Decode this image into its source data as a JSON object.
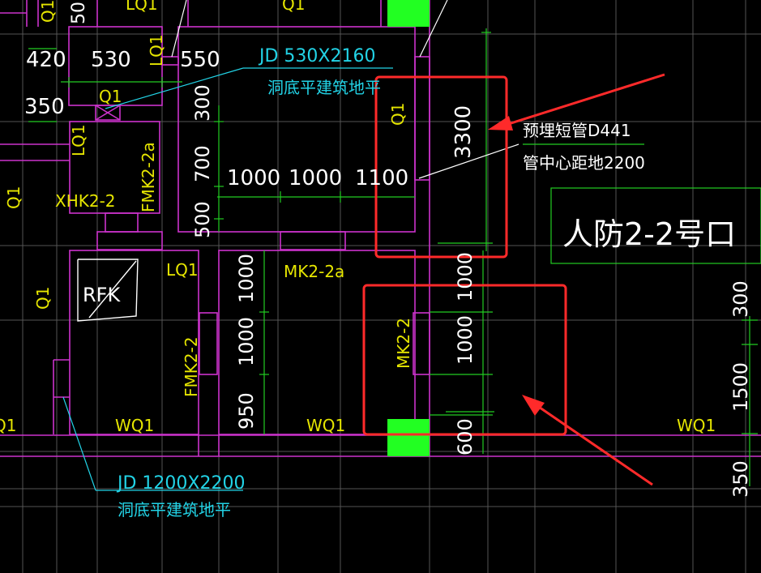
{
  "colors": {
    "background": "#000000",
    "wall": "#cc33cc",
    "dimension": "#22cc22",
    "text_yellow": "#e6e600",
    "text_white": "#ffffff",
    "text_cyan": "#22d3e6",
    "leader": "#22d3e6",
    "grid": "#555555",
    "highlight": "#ff2a2a",
    "green_block": "#22ff22"
  },
  "labels": {
    "q1_a": "Q1",
    "q1_b": "Q1",
    "q1_c": "Q1",
    "q1_d": "Q1",
    "q1_e": "Q1",
    "q1_f": "Q1",
    "q1_g": "Q1",
    "lq1_a": "LQ1",
    "lq1_b": "LQ1",
    "lq1_c": "LQ1",
    "lq1_d": "LQ1",
    "xhk": "XHK2-2",
    "fmk_a": "FMK2-2a",
    "fmk_b": "FMK2-2",
    "mk_a": "MK2-2a",
    "mk_b": "MK2-2",
    "rfk": "RFK",
    "wq1_a": "WQ1",
    "wq1_b": "WQ1",
    "wq1_c": "WQ1",
    "room_name": "人防2-2号口"
  },
  "dimensions": {
    "d420": "420",
    "d350a": "350",
    "d530": "530",
    "d550": "550",
    "d50": "50",
    "d300a": "300",
    "d700": "700",
    "d500": "500",
    "d1000a": "1000",
    "d1000b": "1000",
    "d1100": "1100",
    "d3300": "3300",
    "d1000c": "1000",
    "d1000d": "1000",
    "d950": "950",
    "d1000e": "1000",
    "d1000f": "1000",
    "d600": "600",
    "d300b": "300",
    "d1500": "1500",
    "d350b": "350"
  },
  "annotations": {
    "jd_top_line1": "JD 530X2160",
    "jd_top_line2": "洞底平建筑地平",
    "pipe_line1": "预埋短管D441",
    "pipe_line2": "管中心距地2200",
    "jd_bottom_line1": "JD 1200X2200",
    "jd_bottom_line2": "洞底平建筑地平"
  }
}
